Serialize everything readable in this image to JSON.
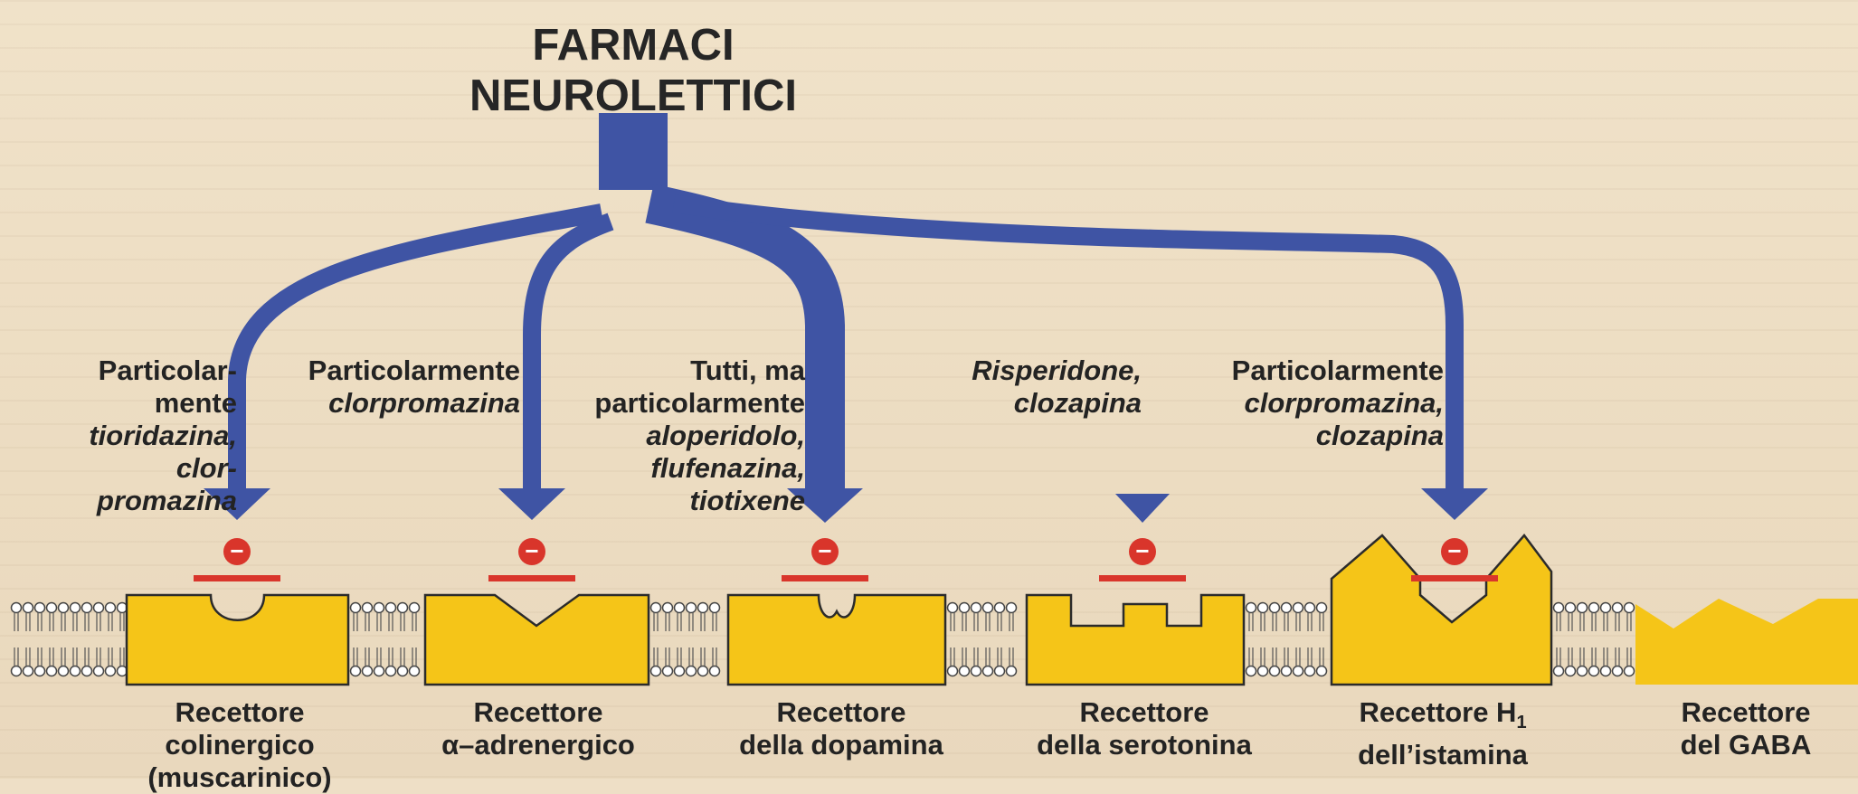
{
  "title": {
    "line1": "FARMACI",
    "line2": "NEUROLETTICI"
  },
  "drug_labels": [
    {
      "lines": [
        {
          "text": "Particolar-",
          "style": "bold"
        },
        {
          "text": "mente",
          "style": "bold"
        },
        {
          "text": "tioridazina,",
          "style": "italic"
        },
        {
          "text": "clor-",
          "style": "italic"
        },
        {
          "text": "promazina",
          "style": "italic"
        }
      ]
    },
    {
      "lines": [
        {
          "text": "Particolarmente",
          "style": "bold"
        },
        {
          "text": "clorpromazina",
          "style": "italic"
        }
      ]
    },
    {
      "lines": [
        {
          "text": "Tutti, ma",
          "style": "bold"
        },
        {
          "text": "particolarmente",
          "style": "bold"
        },
        {
          "text": "aloperidolo,",
          "style": "italic"
        },
        {
          "text": "flufenazina,",
          "style": "italic"
        },
        {
          "text": "tiotixene",
          "style": "italic"
        }
      ]
    },
    {
      "lines": [
        {
          "text": "Risperidone,",
          "style": "italic"
        },
        {
          "text": "clozapina",
          "style": "italic"
        }
      ]
    },
    {
      "lines": [
        {
          "text": "Particolarmente",
          "style": "bold"
        },
        {
          "text": "clorpromazina,",
          "style": "italic"
        },
        {
          "text": "clozapina",
          "style": "italic"
        }
      ]
    }
  ],
  "receptors": [
    {
      "line1": "Recettore",
      "line2": "colinergico",
      "line3": "(muscarinico)"
    },
    {
      "line1": "Recettore",
      "line2": "α–adrenergico"
    },
    {
      "line1": "Recettore",
      "line2": "della dopamina"
    },
    {
      "line1": "Recettore",
      "line2": "della serotonina"
    },
    {
      "line1": "Recettore H",
      "subscript": "1",
      "line2": "dell’istamina"
    },
    {
      "line1": "Recettore",
      "line2": "del GABA"
    }
  ],
  "inhibition_symbol": "−",
  "colors": {
    "arrow": "#3f54a4",
    "receptor": "#f5c518",
    "receptor_outline": "#2b2b2b",
    "inhibition": "#d9352b",
    "background": "#eedfc6"
  }
}
